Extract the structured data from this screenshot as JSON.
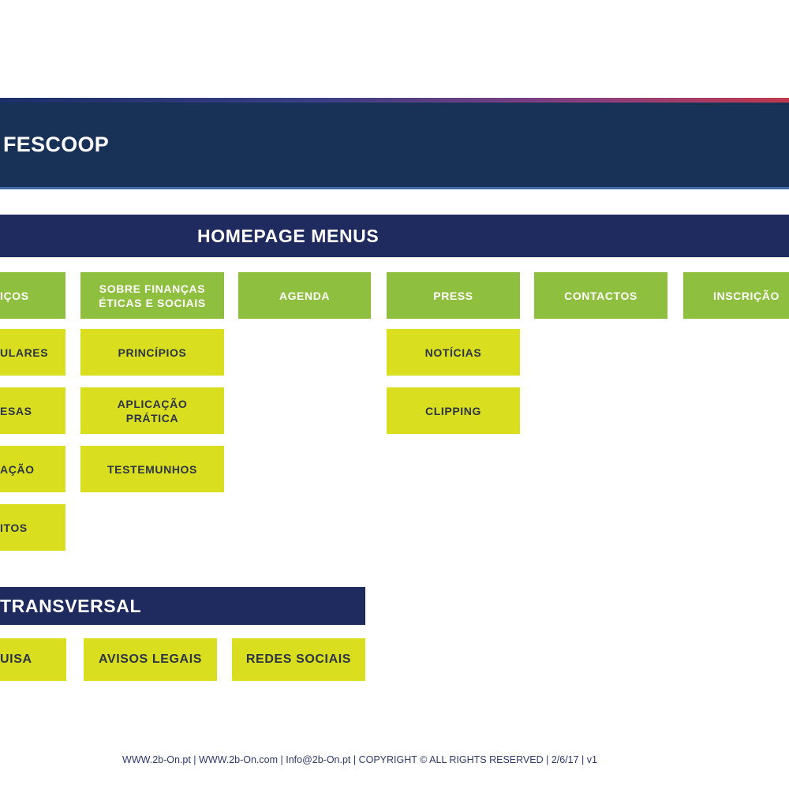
{
  "title": "FESCOOP",
  "homepage": {
    "heading": "HOMEPAGE MENUS",
    "menus": [
      {
        "label": "IÇOS",
        "children": [
          "ULARES",
          "ESAS",
          "AÇÃO",
          "ITOS"
        ]
      },
      {
        "label": "SOBRE FINANÇAS\nÉTICAS E SOCIAIS",
        "children": [
          "PRINCÍPIOS",
          "APLICAÇÃO\nPRÁTICA",
          "TESTEMUNHOS"
        ]
      },
      {
        "label": "AGENDA",
        "children": []
      },
      {
        "label": "PRESS",
        "children": [
          "NOTÍCIAS",
          "CLIPPING"
        ]
      },
      {
        "label": "CONTACTOS",
        "children": []
      },
      {
        "label": "INSCRIÇÃO",
        "children": []
      }
    ]
  },
  "transversal": {
    "heading": "TRANSVERSAL",
    "items": [
      "UISA",
      "AVISOS LEGAIS",
      "REDES SOCIAIS"
    ]
  },
  "footer": "WWW.2b-On.pt | WWW.2b-On.com | Info@2b-On.pt | COPYRIGHT © ALL RIGHTS RESERVED | 2/6/17 | v1",
  "colors": {
    "header_navy": "#183156",
    "section_navy": "#1f2b5f",
    "menu_green": "#8fbf3f",
    "submenu_lime": "#d9de1f"
  }
}
